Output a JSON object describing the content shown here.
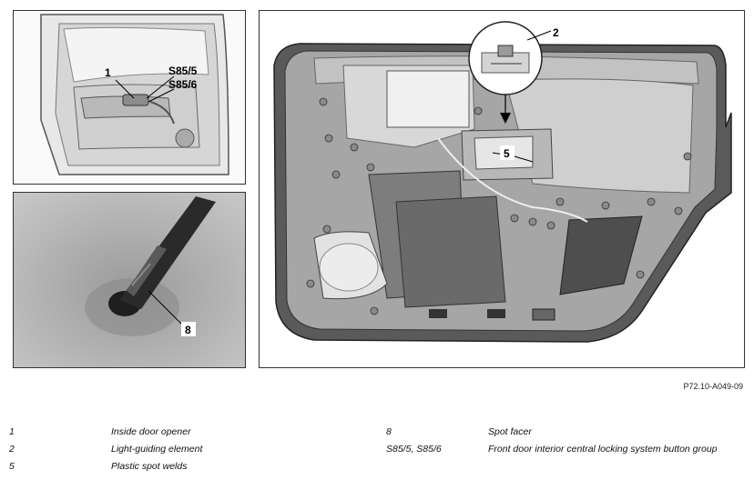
{
  "figure": {
    "reference_code": "P72.10-A049-09",
    "colors": {
      "frame": "#333333",
      "metal": "#9a9a9a",
      "panel": "#c9c9c9",
      "dark": "#3a3a3a",
      "speaker": "#e0e0e0"
    }
  },
  "callouts": {
    "door_view": {
      "opener": "1",
      "switch_a": "S85/5",
      "switch_b": "S85/6"
    },
    "spot_view": {
      "spot_facer": "8"
    },
    "main_view": {
      "light_guide": "2",
      "spot_welds": "5"
    }
  },
  "legend": [
    {
      "code": "1",
      "text": "Inside door opener"
    },
    {
      "code": "2",
      "text": "Light-guiding element"
    },
    {
      "code": "5",
      "text": "Plastic spot welds"
    },
    {
      "code": "8",
      "text": "Spot facer"
    },
    {
      "code": "S85/5, S85/6",
      "text": "Front door interior central locking system button group"
    }
  ]
}
